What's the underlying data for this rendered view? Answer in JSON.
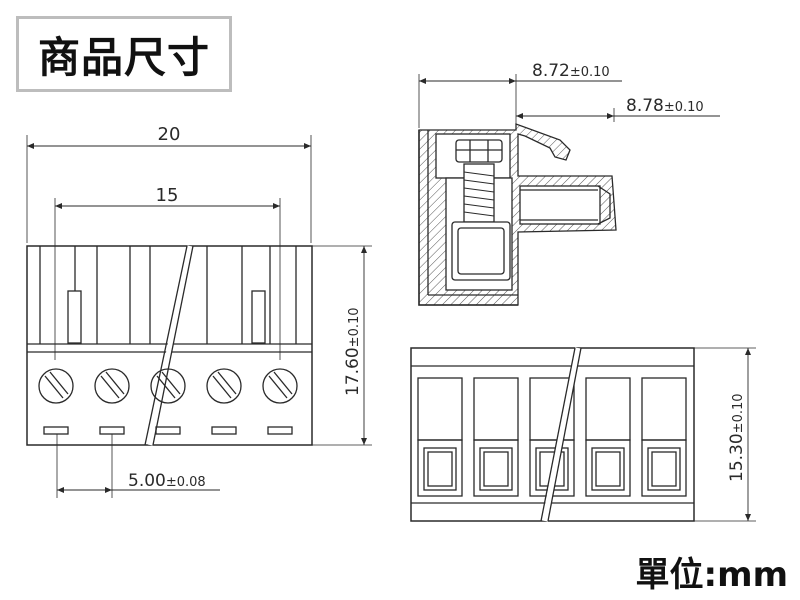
{
  "title": "商品尺寸",
  "unit_label": "單位:mm",
  "front_view": {
    "overall_width": "20",
    "pin_span": "15",
    "height_main": "17.60",
    "height_tol": "±0.10",
    "pitch_main": "5.00",
    "pitch_tol": "±0.08"
  },
  "side_view": {
    "dim_a_main": "8.72",
    "dim_a_tol": "±0.10",
    "dim_b_main": "8.78",
    "dim_b_tol": "±0.10"
  },
  "bottom_view": {
    "height_main": "15.30",
    "height_tol": "±0.10"
  }
}
